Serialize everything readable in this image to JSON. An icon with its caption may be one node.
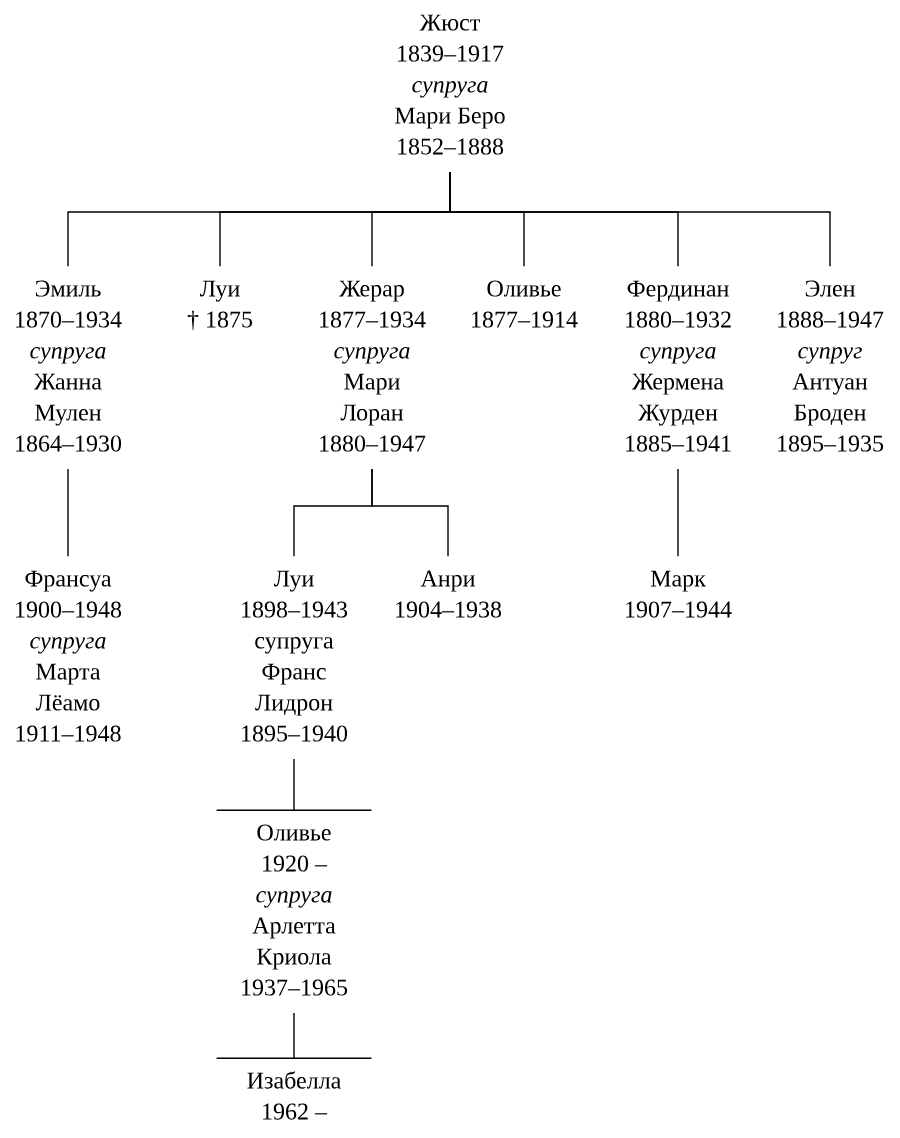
{
  "diagram": {
    "nodes": [
      {
        "text": [
          "Жюст",
          "1839–1917",
          "супруга",
          "Мари Беро",
          "1852–1888"
        ]
      },
      {
        "text": [
          "Эмиль",
          "1870–1934",
          "супруга",
          "Жанна Мулен",
          "1864–1930"
        ]
      },
      {
        "text": [
          "Луи",
          "† 1875"
        ]
      },
      {
        "text": [
          "Жерар",
          "1877–1934",
          "супруга",
          "Мари Лоран",
          "1880–1947"
        ]
      },
      {
        "text": [
          "Оливье",
          "1877–1914"
        ]
      },
      {
        "text": [
          "Фердинан",
          "1880–1932",
          "супруга",
          "Жермена Журден",
          "1885–1941"
        ]
      },
      {
        "text": [
          "Элен",
          "1888–1947",
          "супруг",
          "Антуан Броден",
          "1895–1935"
        ]
      },
      {
        "text": [
          "Франсуа",
          "1900–1948",
          "супруга",
          "Марта Лёамо",
          "1911–1948"
        ]
      },
      {
        "text": [
          "Луи",
          "1898–1943",
          "супруга",
          "Франс Лидрон",
          "1895–1940"
        ]
      },
      {
        "text": [
          "Анри",
          "1904–1938"
        ]
      },
      {
        "text": [
          "Марк",
          "1907–1944"
        ]
      },
      {
        "text": [
          "Оливье",
          "1920 –",
          "супруга",
          "Арлетта Криола",
          "1937–1965"
        ]
      },
      {
        "text": [
          "Изабелла",
          "1962 –"
        ]
      }
    ],
    "edges": [
      {
        "from": 0,
        "to": 1,
        "arrow": "none"
      },
      {
        "from": 0,
        "to": 2,
        "arrow": "none"
      },
      {
        "from": 0,
        "to": 3,
        "arrow": "none"
      },
      {
        "from": 0,
        "to": 4,
        "arrow": "none"
      },
      {
        "from": 0,
        "to": 5,
        "arrow": "none"
      },
      {
        "from": 0,
        "to": 6,
        "arrow": "none"
      },
      {
        "from": 1,
        "to": 7,
        "arrow": "none"
      },
      {
        "from": 3,
        "to": 8,
        "arrow": "none"
      },
      {
        "from": 3,
        "to": 9,
        "arrow": "none"
      },
      {
        "from": 5,
        "to": 10,
        "arrow": "none"
      },
      {
        "from": 8,
        "to": 11,
        "arrow": "none"
      },
      {
        "from": 11,
        "to": 12,
        "arrow": "none"
      }
    ]
  }
}
